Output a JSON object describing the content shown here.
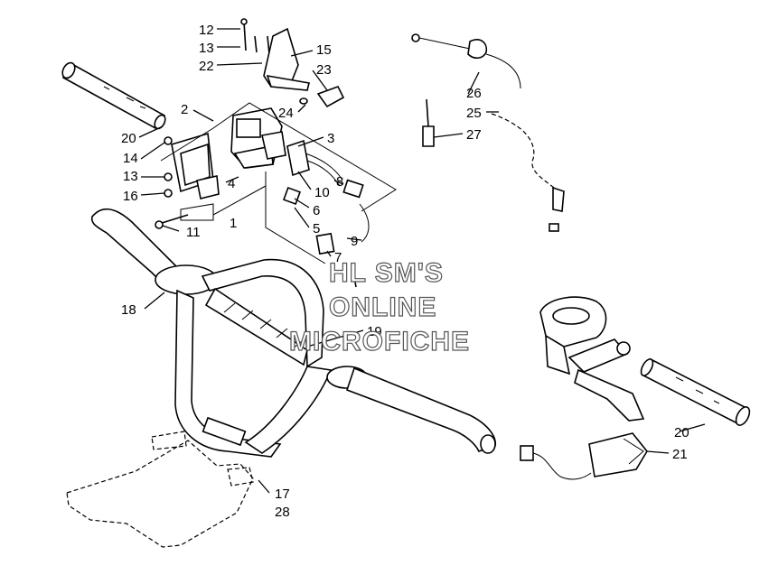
{
  "watermark": {
    "line1": "HL SM'S",
    "line2": "ONLINE",
    "line3": "MICROFICHE"
  },
  "callouts": [
    {
      "id": "c12",
      "text": "12"
    },
    {
      "id": "c13a",
      "text": "13"
    },
    {
      "id": "c22",
      "text": "22"
    },
    {
      "id": "c15",
      "text": "15"
    },
    {
      "id": "c23",
      "text": "23"
    },
    {
      "id": "c24",
      "text": "24"
    },
    {
      "id": "c2",
      "text": "2"
    },
    {
      "id": "c20a",
      "text": "20"
    },
    {
      "id": "c14",
      "text": "14"
    },
    {
      "id": "c13b",
      "text": "13"
    },
    {
      "id": "c16",
      "text": "16"
    },
    {
      "id": "c11",
      "text": "11"
    },
    {
      "id": "c1",
      "text": "1"
    },
    {
      "id": "c4",
      "text": "4"
    },
    {
      "id": "c3",
      "text": "3"
    },
    {
      "id": "c10",
      "text": "10"
    },
    {
      "id": "c8",
      "text": "8"
    },
    {
      "id": "c6",
      "text": "6"
    },
    {
      "id": "c5",
      "text": "5"
    },
    {
      "id": "c9",
      "text": "9"
    },
    {
      "id": "c7",
      "text": "7"
    },
    {
      "id": "c18",
      "text": "18"
    },
    {
      "id": "c19",
      "text": "19"
    },
    {
      "id": "c26",
      "text": "26"
    },
    {
      "id": "c25",
      "text": "25"
    },
    {
      "id": "c27",
      "text": "27"
    },
    {
      "id": "c20b",
      "text": "20"
    },
    {
      "id": "c21",
      "text": "21"
    },
    {
      "id": "c17",
      "text": "17"
    },
    {
      "id": "c28",
      "text": "28"
    }
  ]
}
